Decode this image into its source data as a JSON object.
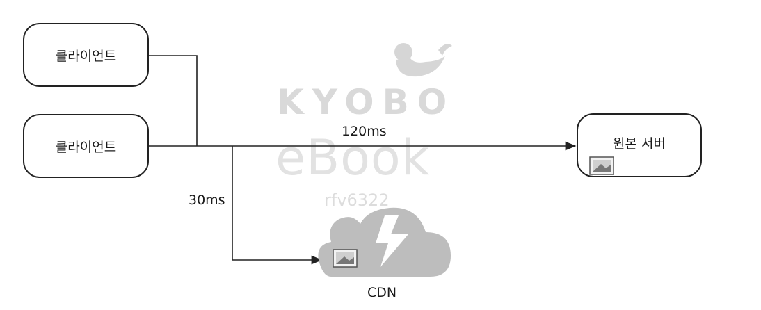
{
  "diagram": {
    "client_top": {
      "label": "클라이언트"
    },
    "client_bottom": {
      "label": "클라이언트"
    },
    "origin_server": {
      "label": "원본 서버"
    },
    "cdn": {
      "label": "CDN"
    },
    "latency_origin": "120ms",
    "latency_cdn": "30ms"
  },
  "watermark": {
    "brand": "KYOBO",
    "sub": "eBook",
    "code": "rfv6322"
  },
  "colors": {
    "line": "#222222",
    "cloud": "#bdbdbd",
    "watermark": "#d9d9d9"
  },
  "icons": [
    "image-icon",
    "lightning-icon",
    "bird-icon"
  ]
}
